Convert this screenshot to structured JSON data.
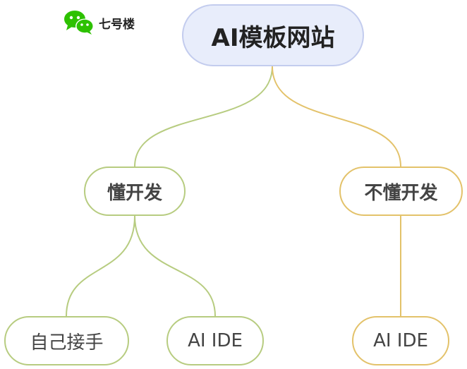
{
  "brand": {
    "name": "七号楼",
    "logo_icon": "wechat-logo-icon",
    "logo_color": "#2dc100"
  },
  "colors": {
    "root_fill": "#e8edfb",
    "root_border": "#c3ccee",
    "green_branch": "#b7cc80",
    "yellow_branch": "#e3c26a"
  },
  "mindmap": {
    "root": {
      "label": "AI模板网站"
    },
    "branches": [
      {
        "label": "懂开发",
        "children": [
          {
            "label": "自己接手"
          },
          {
            "label": "AI IDE"
          }
        ]
      },
      {
        "label": "不懂开发",
        "children": [
          {
            "label": "AI IDE"
          }
        ]
      }
    ]
  }
}
